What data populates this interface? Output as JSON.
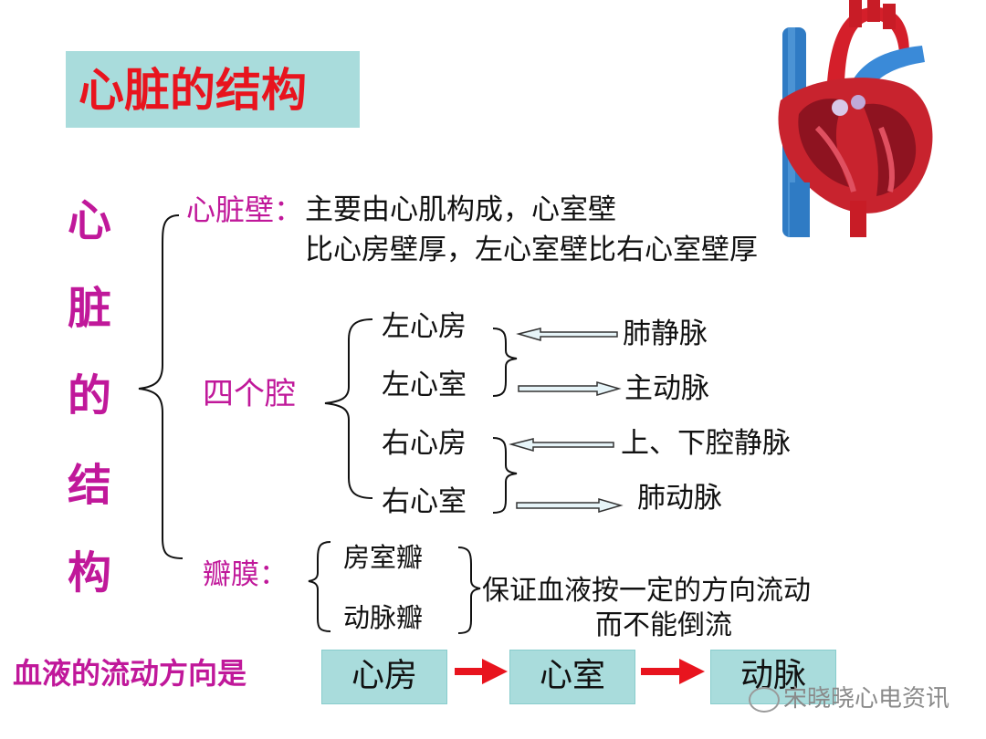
{
  "title": "心脏的结构",
  "vertical_label": [
    "心",
    "脏",
    "的",
    "结",
    "构"
  ],
  "heart_wall": {
    "label": "心脏壁：",
    "desc_line1": "主要由心肌构成，心室壁",
    "desc_line2": "比心房壁厚，左心室壁比右心室壁厚"
  },
  "chambers": {
    "label": "四个腔",
    "items": [
      "左心房",
      "左心室",
      "右心房",
      "右心室"
    ],
    "vessels": [
      "肺静脉",
      "主动脉",
      "上、下腔静脉",
      "肺动脉"
    ]
  },
  "valves": {
    "label": "瓣膜：",
    "items": [
      "房室瓣",
      "动脉瓣"
    ],
    "desc_line1": "保证血液按一定的方向流动",
    "desc_line2": "而不能倒流"
  },
  "flow": {
    "label": "血液的流动方向是",
    "steps": [
      "心房",
      "心室",
      "动脉"
    ]
  },
  "watermark": "宋晓晓心电资讯",
  "colors": {
    "title_red": "#e8141e",
    "magenta": "#c0189a",
    "box_teal": "#a9dcdc",
    "flow_arrow_red": "#e8141e"
  }
}
